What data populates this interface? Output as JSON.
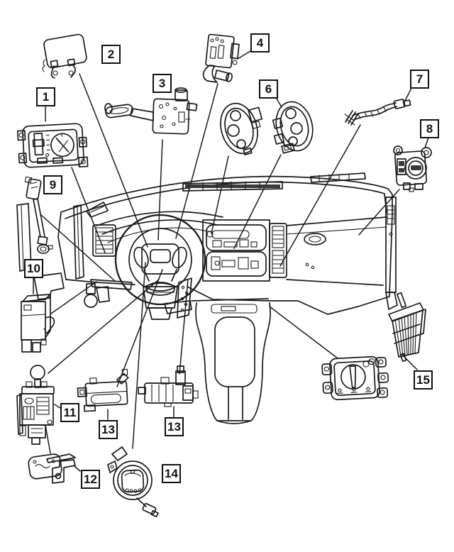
{
  "diagram": {
    "type": "parts-diagram",
    "description": "Exploded line-art parts diagram of a truck instrument panel showing numbered switch components with leader lines to their mounting locations",
    "background_color": "#ffffff",
    "line_color": "#1a1a1a",
    "callouts": [
      {
        "number": "1",
        "part": "headlamp-switch-with-bezel"
      },
      {
        "number": "2",
        "part": "module-with-spring-clips"
      },
      {
        "number": "3",
        "part": "multifunction-stalk-switch"
      },
      {
        "number": "4",
        "part": "switch-with-bracket"
      },
      {
        "number": "6",
        "part": "oval-rocker-switch-pair"
      },
      {
        "number": "7",
        "part": "jumper-harness"
      },
      {
        "number": "8",
        "part": "switch-module-round-connector"
      },
      {
        "number": "9",
        "part": "link-rod"
      },
      {
        "number": "10",
        "part": "module-with-hook-arm"
      },
      {
        "number": "11",
        "part": "gearshift-assembly"
      },
      {
        "number": "12",
        "part": "mounting-bracket"
      },
      {
        "number": "13",
        "part": "switch-module-left"
      },
      {
        "number": "13",
        "part": "switch-module-right"
      },
      {
        "number": "14",
        "part": "clockspring"
      },
      {
        "number": "15",
        "part": "resistor-block"
      }
    ],
    "unnumbered_parts": [
      "rotary-headlamp-switch"
    ],
    "scene": [
      "instrument-panel",
      "steering-wheel",
      "center-stack",
      "floor-console"
    ]
  }
}
